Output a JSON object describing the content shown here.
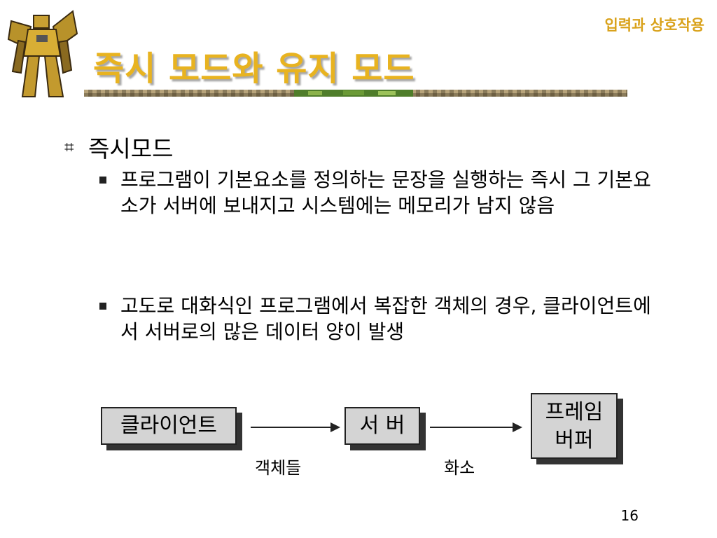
{
  "header": {
    "subtitle": "입력과 상호작용",
    "title": "즉시 모드와 유지 모드"
  },
  "content": {
    "bullet_mark": "⌗",
    "heading": "즉시모드",
    "items": [
      {
        "text": "프로그램이 기본요소를 정의하는 문장을 실행하는 즉시 그 기본요소가 서버에 보내지고 시스템에는 메모리가 남지 않음"
      },
      {
        "text": "고도로 대화식인 프로그램에서 복잡한 객체의 경우, 클라이언트에서 서버로의 많은 데이터 양이 발생"
      }
    ]
  },
  "diagram": {
    "boxes": [
      {
        "label": "클라이언트"
      },
      {
        "label": "서 버"
      },
      {
        "label_line1": "프레임",
        "label_line2": "버퍼"
      }
    ],
    "edge_labels": [
      "객체들",
      "화소"
    ]
  },
  "footer": {
    "page_number": "16"
  },
  "colors": {
    "title": "#e8b320",
    "subtitle": "#d9a21b",
    "box_fill": "#d4d4d4"
  }
}
